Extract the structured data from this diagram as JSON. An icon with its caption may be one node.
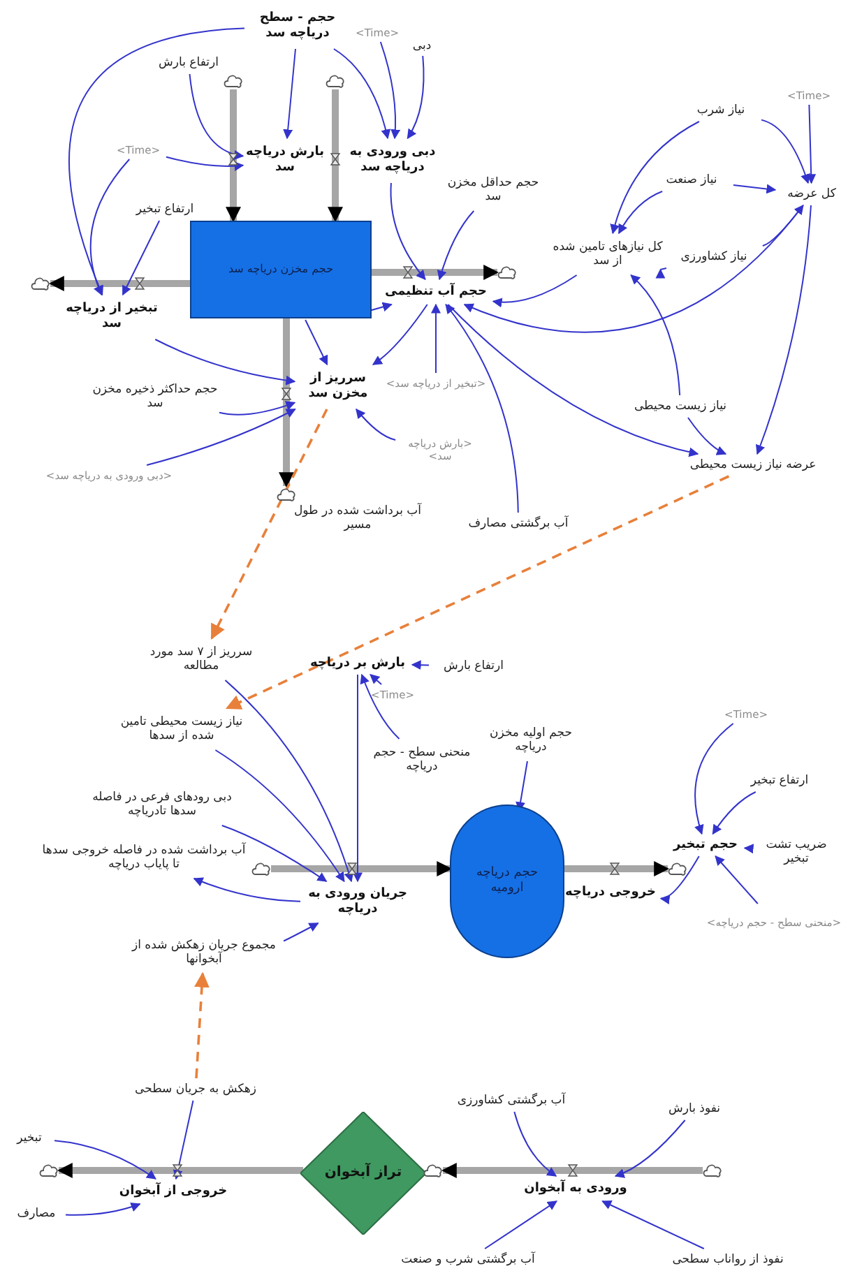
{
  "diagram": {
    "nodes": [
      {
        "text": [
          "حجم - سطح دریاچه سد"
        ]
      },
      {
        "text": [
          "ارتفاع بارش"
        ]
      },
      {
        "text": [
          "<Time>"
        ]
      },
      {
        "text": [
          "دبی"
        ]
      },
      {
        "text": [],
        "shape": "cloud"
      },
      {
        "text": [],
        "shape": "cloud"
      },
      {
        "text": [
          "<Time>"
        ]
      },
      {
        "text": [
          "بارش دریاچه سد"
        ]
      },
      {
        "text": [
          "دبی ورودی به دریاچه سد"
        ]
      },
      {
        "text": [
          "ارتفاع تبخیر"
        ]
      },
      {
        "text": [
          "حجم مخزن دریاچه سد"
        ]
      },
      {
        "text": [
          "حجم حداقل مخزن سد"
        ]
      },
      {
        "text": [],
        "shape": "cloud"
      },
      {
        "text": [
          "تبخیر از دریاچه سد"
        ]
      },
      {
        "text": [
          "حجم آب تنظیمی"
        ]
      },
      {
        "text": [],
        "shape": "cloud"
      },
      {
        "text": [
          "حجم حداکثر ذخیره مخزن سد"
        ]
      },
      {
        "text": [
          "سرریز از مخزن سد"
        ]
      },
      {
        "text": [
          "<تبخیر از دریاچه سد>"
        ]
      },
      {
        "text": [
          "<بارش دریاچه سد>"
        ]
      },
      {
        "text": [
          "<دبی ورودی به دریاچه سد>"
        ]
      },
      {
        "text": [],
        "shape": "cloud"
      },
      {
        "text": [
          "آب برداشت شده در طول مسیر"
        ]
      },
      {
        "text": [
          "آب برگشتی مصارف"
        ]
      },
      {
        "text": [
          "<Time>"
        ]
      },
      {
        "text": [
          "نیاز شرب"
        ]
      },
      {
        "text": [
          "نیاز صنعت"
        ]
      },
      {
        "text": [
          "کل عرضه"
        ]
      },
      {
        "text": [
          "کل نیازهای تامین شده از سد"
        ]
      },
      {
        "text": [
          "نیاز کشاورزی"
        ]
      },
      {
        "text": [
          "نیاز زیست محیطی"
        ]
      },
      {
        "text": [
          "عرضه نیاز زیست محیطی"
        ]
      },
      {
        "text": [
          "سرریز از ۷ سد مورد مطالعه"
        ]
      },
      {
        "text": [
          "بارش بر دریاچه"
        ]
      },
      {
        "text": [
          "ارتفاع بارش"
        ]
      },
      {
        "text": [
          "<Time>"
        ]
      },
      {
        "text": [
          "نیاز زیست محیطی تامین شده از سدها"
        ]
      },
      {
        "text": [
          "منحنی سطح - حجم دریاچه"
        ]
      },
      {
        "text": [
          "حجم اولیه مخزن دریاچه"
        ]
      },
      {
        "text": [
          "دبی رودهای فرعی در فاصله سدها تادریاچه"
        ]
      },
      {
        "text": [
          "آب برداشت شده در فاصله خروجی سدها تا پایاب دریاچه"
        ]
      },
      {
        "text": [],
        "shape": "cloud"
      },
      {
        "text": [
          "جریان ورودی به دریاچه"
        ]
      },
      {
        "text": [
          "حجم دریاچه ارومیه"
        ]
      },
      {
        "text": [],
        "shape": "cloud"
      },
      {
        "text": [
          "خروجی دریاچه"
        ]
      },
      {
        "text": [
          "<Time>"
        ]
      },
      {
        "text": [
          "ارتفاع تبخیر"
        ]
      },
      {
        "text": [
          "حجم تبخیر"
        ]
      },
      {
        "text": [
          "ضریب تشت تبخیر"
        ]
      },
      {
        "text": [
          "<منحنی سطح - حجم دریاچه>"
        ]
      },
      {
        "text": [
          "مجموع جریان زهکش شده از آبخوانها"
        ]
      },
      {
        "text": [
          "زهکش به جریان سطحی"
        ]
      },
      {
        "text": [
          "تبخیر"
        ]
      },
      {
        "text": [],
        "shape": "cloud"
      },
      {
        "text": [
          "خروجی از آبخوان"
        ]
      },
      {
        "text": [
          "مصارف"
        ]
      },
      {
        "text": [
          "تراز آبخوان"
        ]
      },
      {
        "text": [],
        "shape": "cloud"
      },
      {
        "text": [
          "آب برگشتی کشاورزی"
        ]
      },
      {
        "text": [
          "نفوذ بارش"
        ]
      },
      {
        "text": [
          "ورودی به آبخوان"
        ]
      },
      {
        "text": [],
        "shape": "cloud"
      },
      {
        "text": [
          "آب برگشتی شرب و صنعت"
        ]
      },
      {
        "text": [
          "نفوذ از رواناب سطحی"
        ]
      }
    ],
    "edges": [
      {
        "from": 4,
        "to": 10,
        "arrow": "to",
        "style": "thick",
        "color": "#a6a6a6"
      },
      {
        "from": 5,
        "to": 10,
        "arrow": "to",
        "style": "thick",
        "color": "#a6a6a6"
      },
      {
        "from": 10,
        "to": 12,
        "arrow": "to",
        "style": "thick",
        "color": "#a6a6a6"
      },
      {
        "from": 10,
        "to": 15,
        "arrow": "to",
        "style": "thick",
        "color": "#a6a6a6"
      },
      {
        "from": 10,
        "to": 21,
        "arrow": "to",
        "style": "thick",
        "color": "#a6a6a6"
      },
      {
        "from": 41,
        "to": 43,
        "arrow": "to",
        "style": "thick",
        "color": "#a6a6a6"
      },
      {
        "from": 43,
        "to": 44,
        "arrow": "to",
        "style": "thick",
        "color": "#a6a6a6"
      },
      {
        "from": 57,
        "to": 54,
        "arrow": "to",
        "style": "thick",
        "color": "#a6a6a6"
      },
      {
        "from": 62,
        "to": 58,
        "arrow": "to",
        "style": "thick",
        "color": "#a6a6a6"
      },
      {
        "from": 17,
        "to": 32,
        "arrow": "to",
        "style": "dashed",
        "color": "#e8803a"
      },
      {
        "from": 31,
        "to": 36,
        "arrow": "to",
        "style": "dashed",
        "color": "#e8803a"
      },
      {
        "from": 52,
        "to": 51,
        "arrow": "to",
        "style": "dashed",
        "color": "#e8803a"
      },
      {
        "from": 0,
        "to": 7,
        "arrow": "to"
      },
      {
        "from": 0,
        "to": 8,
        "arrow": "to"
      },
      {
        "from": 0,
        "to": 13,
        "arrow": "to"
      },
      {
        "from": 1,
        "to": 7,
        "arrow": "to"
      },
      {
        "from": 6,
        "to": 7,
        "arrow": "to"
      },
      {
        "from": 2,
        "to": 8,
        "arrow": "to"
      },
      {
        "from": 3,
        "to": 8,
        "arrow": "to"
      },
      {
        "from": 6,
        "to": 13,
        "arrow": "to"
      },
      {
        "from": 9,
        "to": 13,
        "arrow": "to"
      },
      {
        "from": 8,
        "to": 14,
        "arrow": "to"
      },
      {
        "from": 10,
        "to": 17,
        "arrow": "to"
      },
      {
        "from": 10,
        "to": 14,
        "arrow": "to"
      },
      {
        "from": 11,
        "to": 14,
        "arrow": "to"
      },
      {
        "from": 16,
        "to": 17,
        "arrow": "to"
      },
      {
        "from": 13,
        "to": 17,
        "arrow": "to"
      },
      {
        "from": 14,
        "to": 17,
        "arrow": "to"
      },
      {
        "from": 18,
        "to": 14,
        "arrow": "to"
      },
      {
        "from": 19,
        "to": 17,
        "arrow": "to"
      },
      {
        "from": 20,
        "to": 17,
        "arrow": "to"
      },
      {
        "from": 23,
        "to": 14,
        "arrow": "to"
      },
      {
        "from": 28,
        "to": 14,
        "arrow": "to"
      },
      {
        "from": 27,
        "to": 14,
        "arrow": "to"
      },
      {
        "from": 14,
        "to": 31,
        "arrow": "to"
      },
      {
        "from": 25,
        "to": 28,
        "arrow": "to"
      },
      {
        "from": 25,
        "to": 27,
        "arrow": "to"
      },
      {
        "from": 26,
        "to": 28,
        "arrow": "to"
      },
      {
        "from": 26,
        "to": 27,
        "arrow": "to"
      },
      {
        "from": 24,
        "to": 27,
        "arrow": "to"
      },
      {
        "from": 29,
        "to": 28,
        "arrow": "to"
      },
      {
        "from": 29,
        "to": 27,
        "arrow": "to"
      },
      {
        "from": 30,
        "to": 28,
        "arrow": "to"
      },
      {
        "from": 30,
        "to": 31,
        "arrow": "to"
      },
      {
        "from": 27,
        "to": 31,
        "arrow": "to"
      },
      {
        "from": 32,
        "to": 42,
        "arrow": "to"
      },
      {
        "from": 36,
        "to": 42,
        "arrow": "to"
      },
      {
        "from": 39,
        "to": 42,
        "arrow": "to"
      },
      {
        "from": 42,
        "to": 40,
        "arrow": "to"
      },
      {
        "from": 51,
        "to": 42,
        "arrow": "to"
      },
      {
        "from": 33,
        "to": 42,
        "arrow": "to"
      },
      {
        "from": 34,
        "to": 33,
        "arrow": "to"
      },
      {
        "from": 35,
        "to": 33,
        "arrow": "to"
      },
      {
        "from": 37,
        "to": 33,
        "arrow": "to"
      },
      {
        "from": 38,
        "to": 43,
        "arrow": "to"
      },
      {
        "from": 46,
        "to": 48,
        "arrow": "to"
      },
      {
        "from": 47,
        "to": 48,
        "arrow": "to"
      },
      {
        "from": 49,
        "to": 48,
        "arrow": "to"
      },
      {
        "from": 50,
        "to": 48,
        "arrow": "to"
      },
      {
        "from": 48,
        "to": 45,
        "arrow": "to"
      },
      {
        "from": 53,
        "to": 55,
        "arrow": "to"
      },
      {
        "from": 56,
        "to": 55,
        "arrow": "to"
      },
      {
        "from": 52,
        "to": 55,
        "arrow": "to"
      },
      {
        "from": 59,
        "to": 61,
        "arrow": "to"
      },
      {
        "from": 60,
        "to": 61,
        "arrow": "to"
      },
      {
        "from": 63,
        "to": 61,
        "arrow": "to"
      },
      {
        "from": 64,
        "to": 61,
        "arrow": "to"
      }
    ]
  }
}
